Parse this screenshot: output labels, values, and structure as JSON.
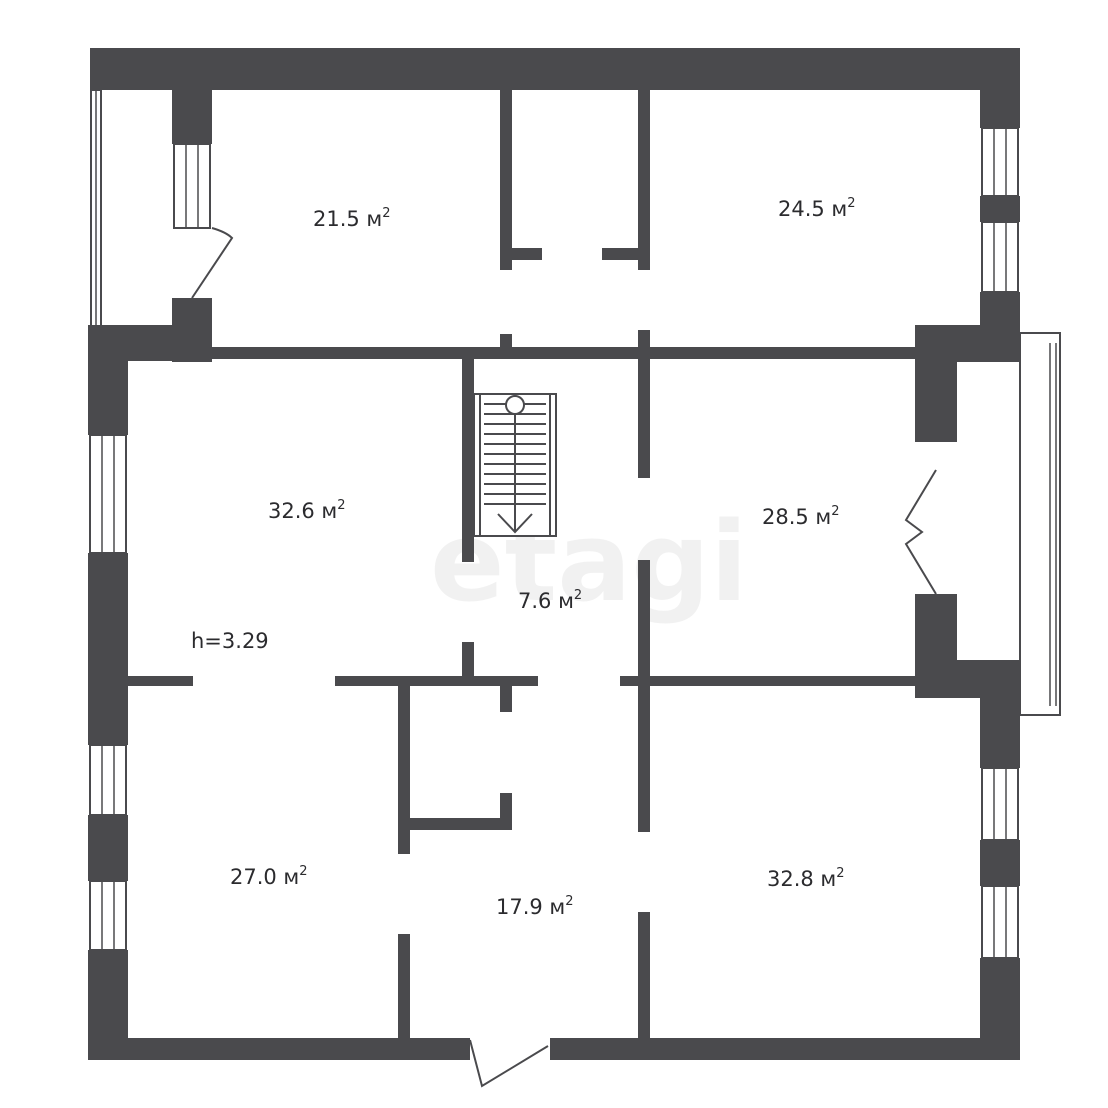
{
  "watermark": "etagi",
  "ceiling_height": "h=3.29",
  "colors": {
    "wall": "#4a4a4d",
    "background": "#ffffff",
    "text": "#2b2b2e"
  },
  "rooms": [
    {
      "id": "room-1",
      "area": "21.5 м",
      "unit_sup": "2"
    },
    {
      "id": "room-2",
      "area": "24.5 м",
      "unit_sup": "2"
    },
    {
      "id": "room-3",
      "area": "32.6 м",
      "unit_sup": "2"
    },
    {
      "id": "room-4",
      "area": "28.5 м",
      "unit_sup": "2"
    },
    {
      "id": "room-5",
      "area": "7.6 м",
      "unit_sup": "2"
    },
    {
      "id": "room-6",
      "area": "27.0 м",
      "unit_sup": "2"
    },
    {
      "id": "room-7",
      "area": "17.9 м",
      "unit_sup": "2"
    },
    {
      "id": "room-8",
      "area": "32.8 м",
      "unit_sup": "2"
    }
  ]
}
